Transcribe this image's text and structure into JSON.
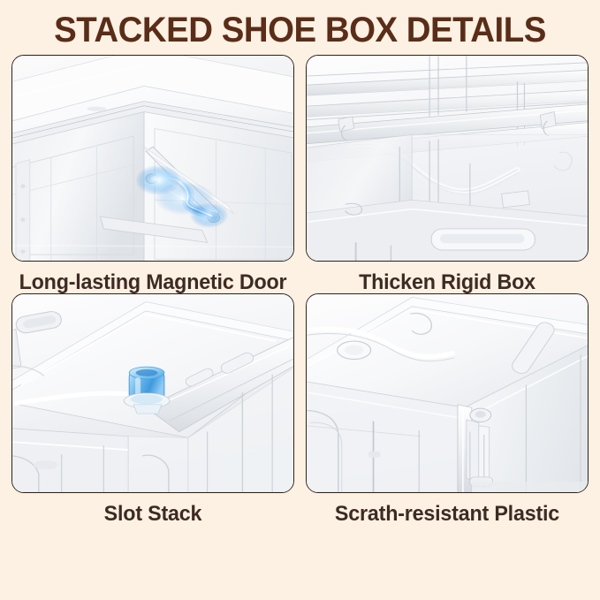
{
  "header": {
    "title": "STACKED SHOE BOX DETAILS",
    "title_color": "#5a2d18"
  },
  "theme": {
    "background": "#fdf1e3",
    "panel_border": "#2e2118",
    "caption_color": "#3d2b23",
    "plastic_light": "#f4f5f7",
    "plastic_shadow": "#d3d6da",
    "accent_blue": "#5ab4f0",
    "accent_blue_deep": "#2b7fd4"
  },
  "panels": [
    {
      "id": "magnetic-door",
      "caption": "Long-lasting Magnetic Door",
      "image_alt": "Clear stacked shoe box front door corner with glowing blue magnetic closure",
      "highlight": "magnetic-glow"
    },
    {
      "id": "rigid-box",
      "caption": "Thicken Rigid Box",
      "image_alt": "Close-up of thick clear plastic box rails and reinforced frame edges",
      "highlight": "none"
    },
    {
      "id": "slot-stack",
      "caption": "Slot Stack",
      "image_alt": "Top of clear box showing blue highlighted stacking slot peg",
      "highlight": "slot-peg"
    },
    {
      "id": "scratch-resistant",
      "caption": "Scrath-resistant Plastic",
      "image_alt": "Corner of clear plastic shoe box showing smooth scratch resistant surface",
      "highlight": "none"
    }
  ]
}
